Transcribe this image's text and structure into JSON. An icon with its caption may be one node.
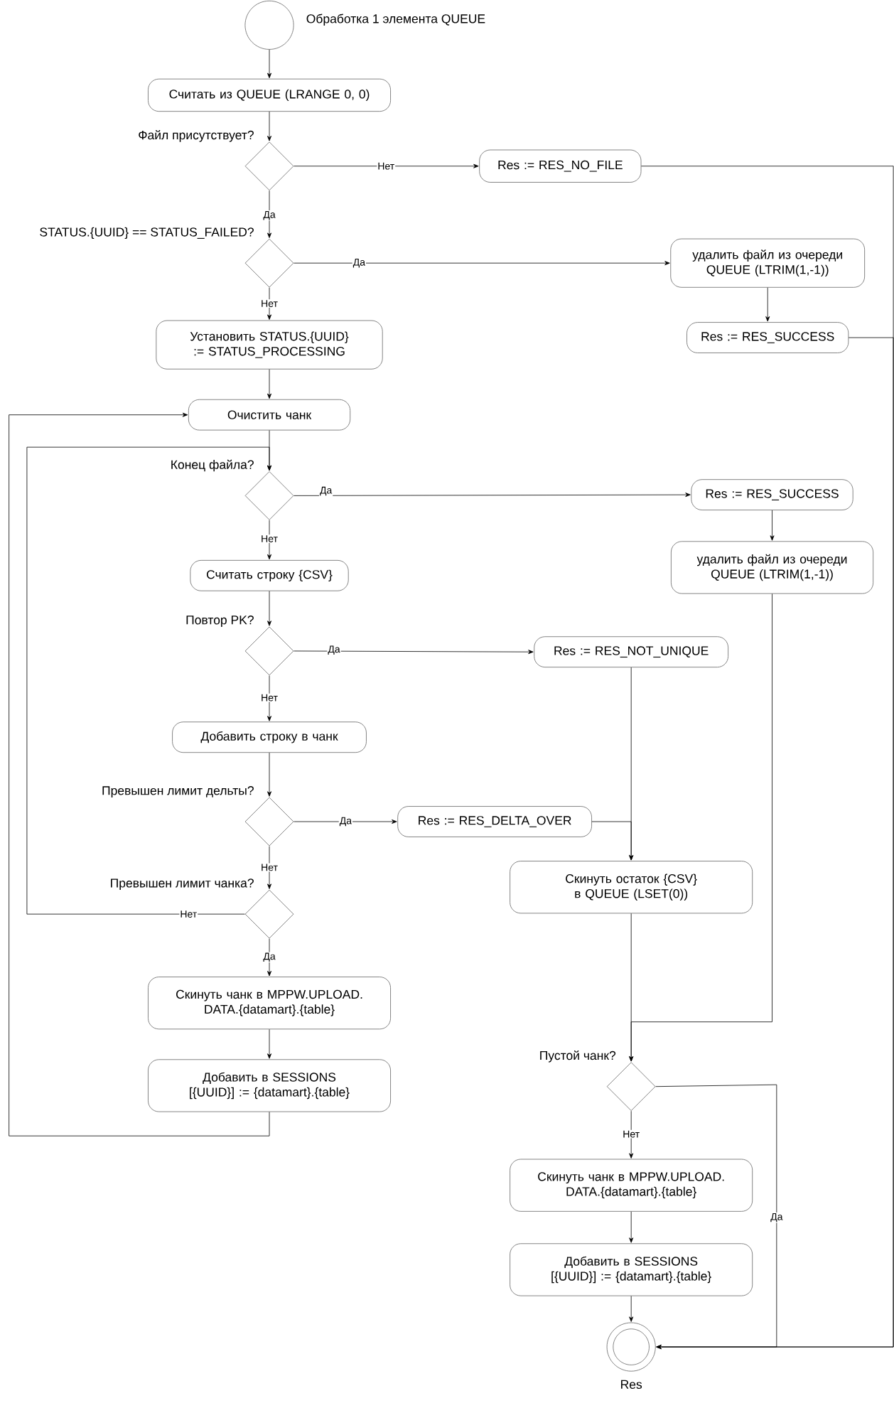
{
  "diagram": {
    "nodes": [
      {
        "text": [],
        "shape": "circle",
        "beside": [
          "Обработка 1 элемента QUEUE"
        ]
      },
      {
        "text": [
          "Считать из QUEUE (LRANGE 0, 0)"
        ]
      },
      {
        "text": [
          "Файл присутствует?"
        ]
      },
      {
        "text": [
          "Res := RES_NO_FILE"
        ]
      },
      {
        "text": [
          "STATUS.{UUID} == STATUS_FAILED?"
        ]
      },
      {
        "text": [
          "удалить файл из очереди QUEUE (LTRIM(1,-1))"
        ]
      },
      {
        "text": [
          "Res := RES_SUCCESS"
        ]
      },
      {
        "text": [
          "Установить STATUS.{UUID} := STATUS_PROCESSING"
        ]
      },
      {
        "text": [
          "Очистить чанк"
        ]
      },
      {
        "text": [
          "Конец файла?"
        ]
      },
      {
        "text": [
          "Res := RES_SUCCESS"
        ]
      },
      {
        "text": [
          "удалить файл из очереди QUEUE (LTRIM(1,-1))"
        ]
      },
      {
        "text": [
          "Считать строку {CSV}"
        ]
      },
      {
        "text": [
          "Повтор PK?"
        ]
      },
      {
        "text": [
          "Res := RES_NOT_UNIQUE"
        ]
      },
      {
        "text": [
          "Добавить строку в чанк"
        ]
      },
      {
        "text": [
          "Превышен лимит дельты?"
        ]
      },
      {
        "text": [
          "Res := RES_DELTA_OVER"
        ]
      },
      {
        "text": [
          "Скинуть остаток {CSV} в QUEUE (LSET(0))"
        ]
      },
      {
        "text": [
          "Превышен лимит чанка?"
        ]
      },
      {
        "text": [
          "Скинуть чанк в MPPW.UPLOAD. DATA.{datamart}.{table}"
        ]
      },
      {
        "text": [
          "Добавить в SESSIONS [{UUID}] := {datamart}.{table}"
        ]
      },
      {
        "text": [
          "Пустой чанк?"
        ]
      },
      {
        "text": [
          "Скинуть чанк в MPPW.UPLOAD. DATA.{datamart}.{table}"
        ]
      },
      {
        "text": [
          "Добавить в SESSIONS [{UUID}] := {datamart}.{table}"
        ]
      },
      {
        "text": [],
        "shape": "circle",
        "beside": [
          "Res"
        ]
      }
    ],
    "edges": [
      {
        "from": 0,
        "to": 1,
        "arrow": "to"
      },
      {
        "from": 1,
        "to": 2,
        "arrow": "to"
      },
      {
        "from": 2,
        "to": 3,
        "arrow": "to",
        "label": "Нет"
      },
      {
        "from": 2,
        "to": 4,
        "arrow": "to",
        "label": "Да"
      },
      {
        "from": 4,
        "to": 5,
        "arrow": "to",
        "label": "Да"
      },
      {
        "from": 4,
        "to": 7,
        "arrow": "to",
        "label": "Нет"
      },
      {
        "from": 5,
        "to": 6,
        "arrow": "to"
      },
      {
        "from": 7,
        "to": 8,
        "arrow": "to"
      },
      {
        "from": 8,
        "to": 9,
        "arrow": "to"
      },
      {
        "from": 9,
        "to": 10,
        "arrow": "to",
        "label": "Да"
      },
      {
        "from": 9,
        "to": 12,
        "arrow": "to",
        "label": "Нет"
      },
      {
        "from": 10,
        "to": 11,
        "arrow": "to"
      },
      {
        "from": 12,
        "to": 13,
        "arrow": "to"
      },
      {
        "from": 13,
        "to": 14,
        "arrow": "to",
        "label": "Да"
      },
      {
        "from": 13,
        "to": 15,
        "arrow": "to",
        "label": "Нет"
      },
      {
        "from": 15,
        "to": 16,
        "arrow": "to"
      },
      {
        "from": 16,
        "to": 17,
        "arrow": "to",
        "label": "Да"
      },
      {
        "from": 16,
        "to": 19,
        "arrow": "to",
        "label": "Нет"
      },
      {
        "from": 19,
        "to": 9,
        "arrow": "to",
        "label": "Нет"
      },
      {
        "from": 19,
        "to": 20,
        "arrow": "to",
        "label": "Да"
      },
      {
        "from": 20,
        "to": 21,
        "arrow": "to"
      },
      {
        "from": 21,
        "to": 8,
        "arrow": "to"
      },
      {
        "from": 3,
        "to": 25,
        "arrow": "to"
      },
      {
        "from": 6,
        "to": 25,
        "arrow": "to"
      },
      {
        "from": 14,
        "to": 18,
        "arrow": "to"
      },
      {
        "from": 17,
        "to": 18,
        "arrow": "to"
      },
      {
        "from": 18,
        "to": 22,
        "arrow": "to"
      },
      {
        "from": 11,
        "to": 22,
        "arrow": "to"
      },
      {
        "from": 22,
        "to": 23,
        "arrow": "to",
        "label": "Нет"
      },
      {
        "from": 23,
        "to": 24,
        "arrow": "to"
      },
      {
        "from": 24,
        "to": 25,
        "arrow": "to"
      },
      {
        "from": 22,
        "to": 25,
        "arrow": "to",
        "label": "Да"
      }
    ]
  }
}
